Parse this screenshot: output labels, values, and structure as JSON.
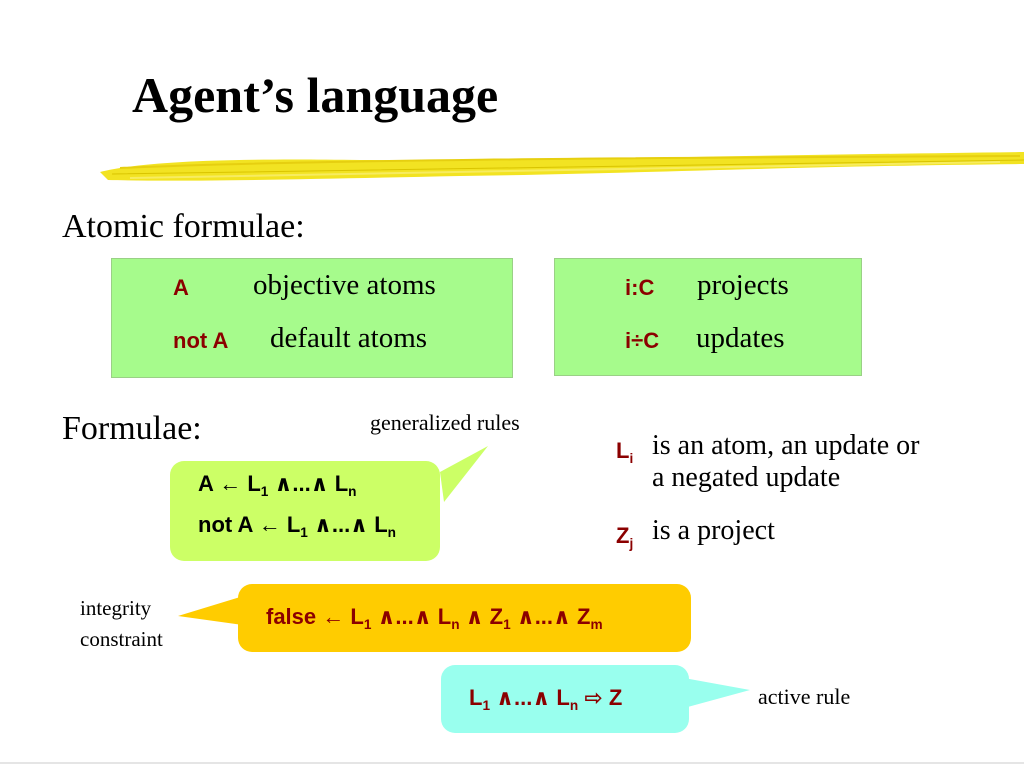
{
  "title": "Agent’s language",
  "colors": {
    "green_box": "#a6fb8c",
    "lime_box": "#ccff66",
    "yellow_box": "#ffcc00",
    "cyan_box": "#99ffee",
    "highlight": "#f2e322",
    "dark_red": "#8b0000"
  },
  "atomic": {
    "heading": "Atomic formulae:",
    "left": [
      {
        "symbol": "A",
        "desc": "objective atoms"
      },
      {
        "symbol": "not A",
        "desc": "default atoms"
      }
    ],
    "right": [
      {
        "symbol_pre": "i",
        "symbol_op": ":",
        "symbol_post": "C",
        "desc": "projects"
      },
      {
        "symbol_pre": "i",
        "symbol_op": "÷",
        "symbol_post": "C",
        "desc": "updates"
      }
    ]
  },
  "formulae": {
    "heading": "Formulae:",
    "callout_generalized": "generalized rules",
    "rule1": {
      "head": "A",
      "arrow": "←",
      "l": "L",
      "s1": "1",
      "conj": "∧...∧",
      "sn": "n"
    },
    "rule2": {
      "head": "not A",
      "arrow": "←",
      "l": "L",
      "s1": "1",
      "conj": "∧...∧",
      "sn": "n"
    },
    "notes": [
      {
        "sym": "L",
        "sub": "i",
        "line1": "is an atom, an update or",
        "line2": "a negated update"
      },
      {
        "sym": "Z",
        "sub": "j",
        "line1": "is a project"
      }
    ],
    "integrity_label_1": "integrity",
    "integrity_label_2": "constraint",
    "integrity": {
      "head": "false",
      "arrow": "←",
      "l": "L",
      "s1": "1",
      "conj": "∧...∧",
      "sn": "n",
      "and": "∧",
      "z": "Z",
      "zs1": "1",
      "zconj": "∧...∧",
      "zm": "m"
    },
    "active": {
      "l": "L",
      "s1": "1",
      "conj": "∧...∧",
      "sn": "n",
      "arrow": "⇨",
      "z": "Z"
    },
    "active_label": "active rule"
  }
}
